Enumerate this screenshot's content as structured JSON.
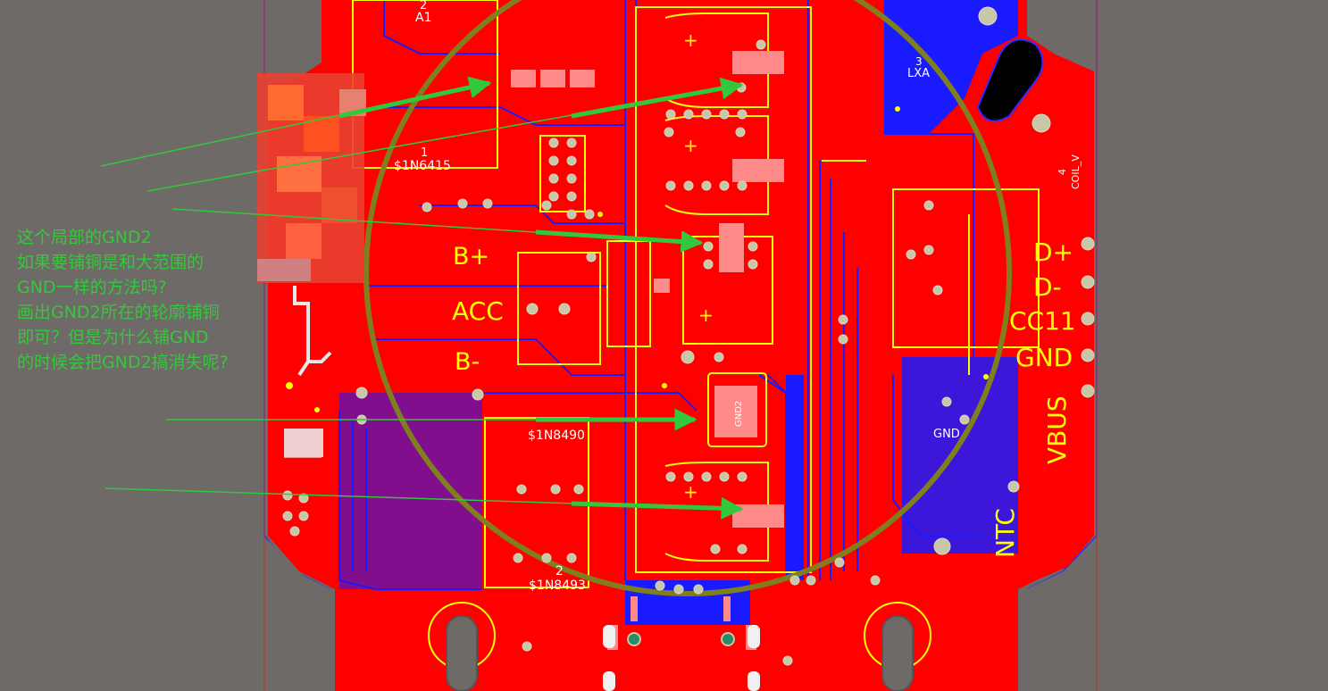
{
  "question_lines": [
    "这个局部的GND2",
    "如果要铺铜是和大范围的",
    "GND一样的方法吗?",
    "画出GND2所在的轮廓铺铜",
    "即可？但是为什么铺GND",
    "的时候会把GND2搞消失呢?"
  ],
  "silk": {
    "a1": "A1",
    "pin2_a1": "2",
    "d1_num": "1",
    "d1": "$1N6415",
    "d2": "$1N8490",
    "d3_num": "2",
    "d3": "$1N8493",
    "u3_num": "3",
    "u3": "LXA",
    "coil_num": "4",
    "coil": "COIL_V",
    "b_plus": "B+",
    "acc": "ACC",
    "b_minus": "B-",
    "d_plus": "D+",
    "d_minus": "D-",
    "cc1": "CC11",
    "gnd": "GND",
    "vbus": "VBUS",
    "ntc": "NTC",
    "gnd2": "GND2",
    "gnd_center": "GND"
  },
  "colors": {
    "background": "#6e6a67",
    "top_copper": "#ff0000",
    "bottom_copper": "#1a1aff",
    "silkscreen": "#ffff00",
    "pad": "#ff8a8a",
    "arrow": "#32c83c",
    "circle": "#7f7f1e"
  }
}
